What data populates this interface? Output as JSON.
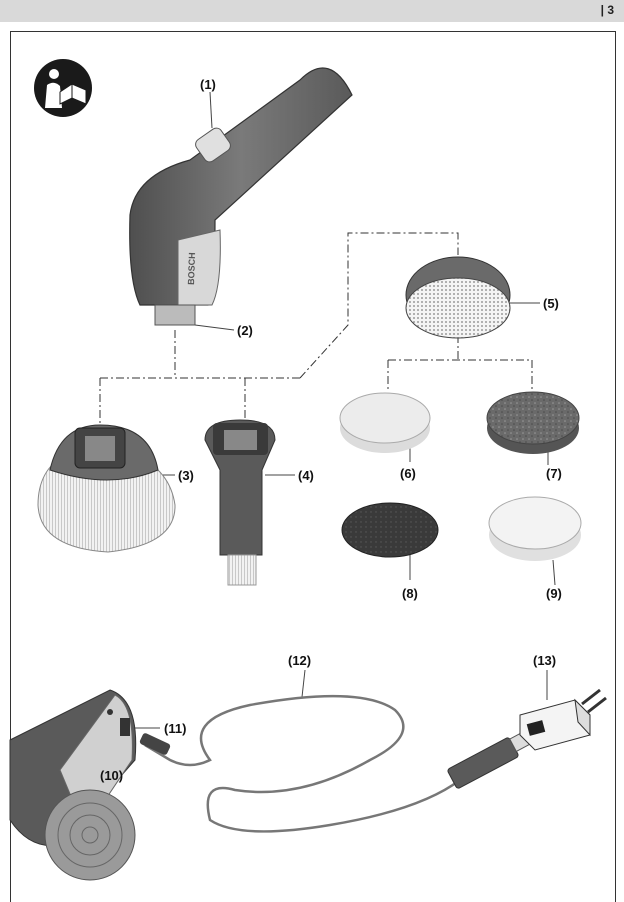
{
  "page_number": "3",
  "labels": {
    "l1": "(1)",
    "l2": "(2)",
    "l3": "(3)",
    "l4": "(4)",
    "l5": "(5)",
    "l6": "(6)",
    "l7": "(7)",
    "l8": "(8)",
    "l9": "(9)",
    "l10": "(10)",
    "l11": "(11)",
    "l12": "(12)",
    "l13": "(13)"
  },
  "brand_text": "BOSCH",
  "icons": [
    "read-manual-icon"
  ]
}
